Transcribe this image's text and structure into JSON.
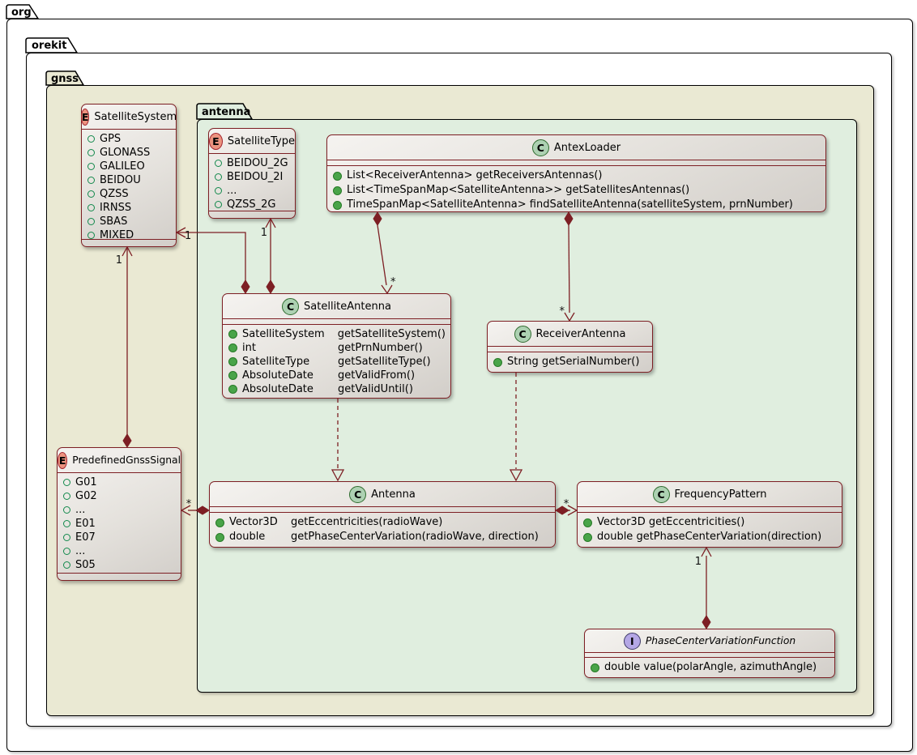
{
  "packages": {
    "org": "org",
    "orekit": "orekit",
    "gnss": "gnss",
    "antenna": "antenna"
  },
  "colors": {
    "box_border": "#7d1f24",
    "package_gnss_bg": "#eae9d3",
    "package_antenna_bg": "#e0eedf",
    "enum_spot": "#eb937f",
    "class_spot": "#add1b2",
    "interface_spot": "#b4a7e5"
  },
  "boxes": {
    "satelliteSystem": {
      "spot": "E",
      "name": "SatelliteSystem",
      "members": [
        "GPS",
        "GLONASS",
        "GALILEO",
        "BEIDOU",
        "QZSS",
        "IRNSS",
        "SBAS",
        "MIXED"
      ]
    },
    "satelliteType": {
      "spot": "E",
      "name": "SatelliteType",
      "members": [
        "BEIDOU_2G",
        "BEIDOU_2I",
        "...",
        "QZSS_2G"
      ]
    },
    "antexLoader": {
      "spot": "C",
      "name": "AntexLoader",
      "methods": [
        "List<ReceiverAntenna> getReceiversAntennas()",
        "List<TimeSpanMap<SatelliteAntenna>> getSatellitesAntennas()",
        "TimeSpanMap<SatelliteAntenna> findSatelliteAntenna(satelliteSystem, prnNumber)"
      ]
    },
    "satelliteAntenna": {
      "spot": "C",
      "name": "SatelliteAntenna",
      "methods": [
        {
          "type": "SatelliteSystem",
          "name": "getSatelliteSystem()"
        },
        {
          "type": "int",
          "name": "getPrnNumber()"
        },
        {
          "type": "SatelliteType",
          "name": "getSatelliteType()"
        },
        {
          "type": "AbsoluteDate",
          "name": "getValidFrom()"
        },
        {
          "type": "AbsoluteDate",
          "name": "getValidUntil()"
        }
      ]
    },
    "receiverAntenna": {
      "spot": "C",
      "name": "ReceiverAntenna",
      "methods": [
        "String getSerialNumber()"
      ]
    },
    "predefinedGnssSignal": {
      "spot": "E",
      "name": "PredefinedGnssSignal",
      "members": [
        "G01",
        "G02",
        "...",
        "E01",
        "E07",
        "...",
        "S05"
      ]
    },
    "antenna": {
      "spot": "C",
      "name": "Antenna",
      "methods": [
        {
          "type": "Vector3D",
          "name": "getEccentricities(radioWave)"
        },
        {
          "type": "double",
          "name": "getPhaseCenterVariation(radioWave, direction)"
        }
      ]
    },
    "frequencyPattern": {
      "spot": "C",
      "name": "FrequencyPattern",
      "methods": [
        "Vector3D getEccentricities()",
        "double getPhaseCenterVariation(direction)"
      ]
    },
    "phaseCenterVariationFunction": {
      "spot": "I",
      "name": "PhaseCenterVariationFunction",
      "methods": [
        "double value(polarAngle, azimuthAngle)"
      ]
    }
  },
  "multiplicities": {
    "signalToSystem": "1",
    "satAntennaToSystem": "1",
    "satAntennaToType": "1",
    "antexToSatAntenna": "*",
    "antexToReceiver": "*",
    "antennaToSignal": "*",
    "antennaToFrequency": "*",
    "frequencyToPcv": "1"
  }
}
